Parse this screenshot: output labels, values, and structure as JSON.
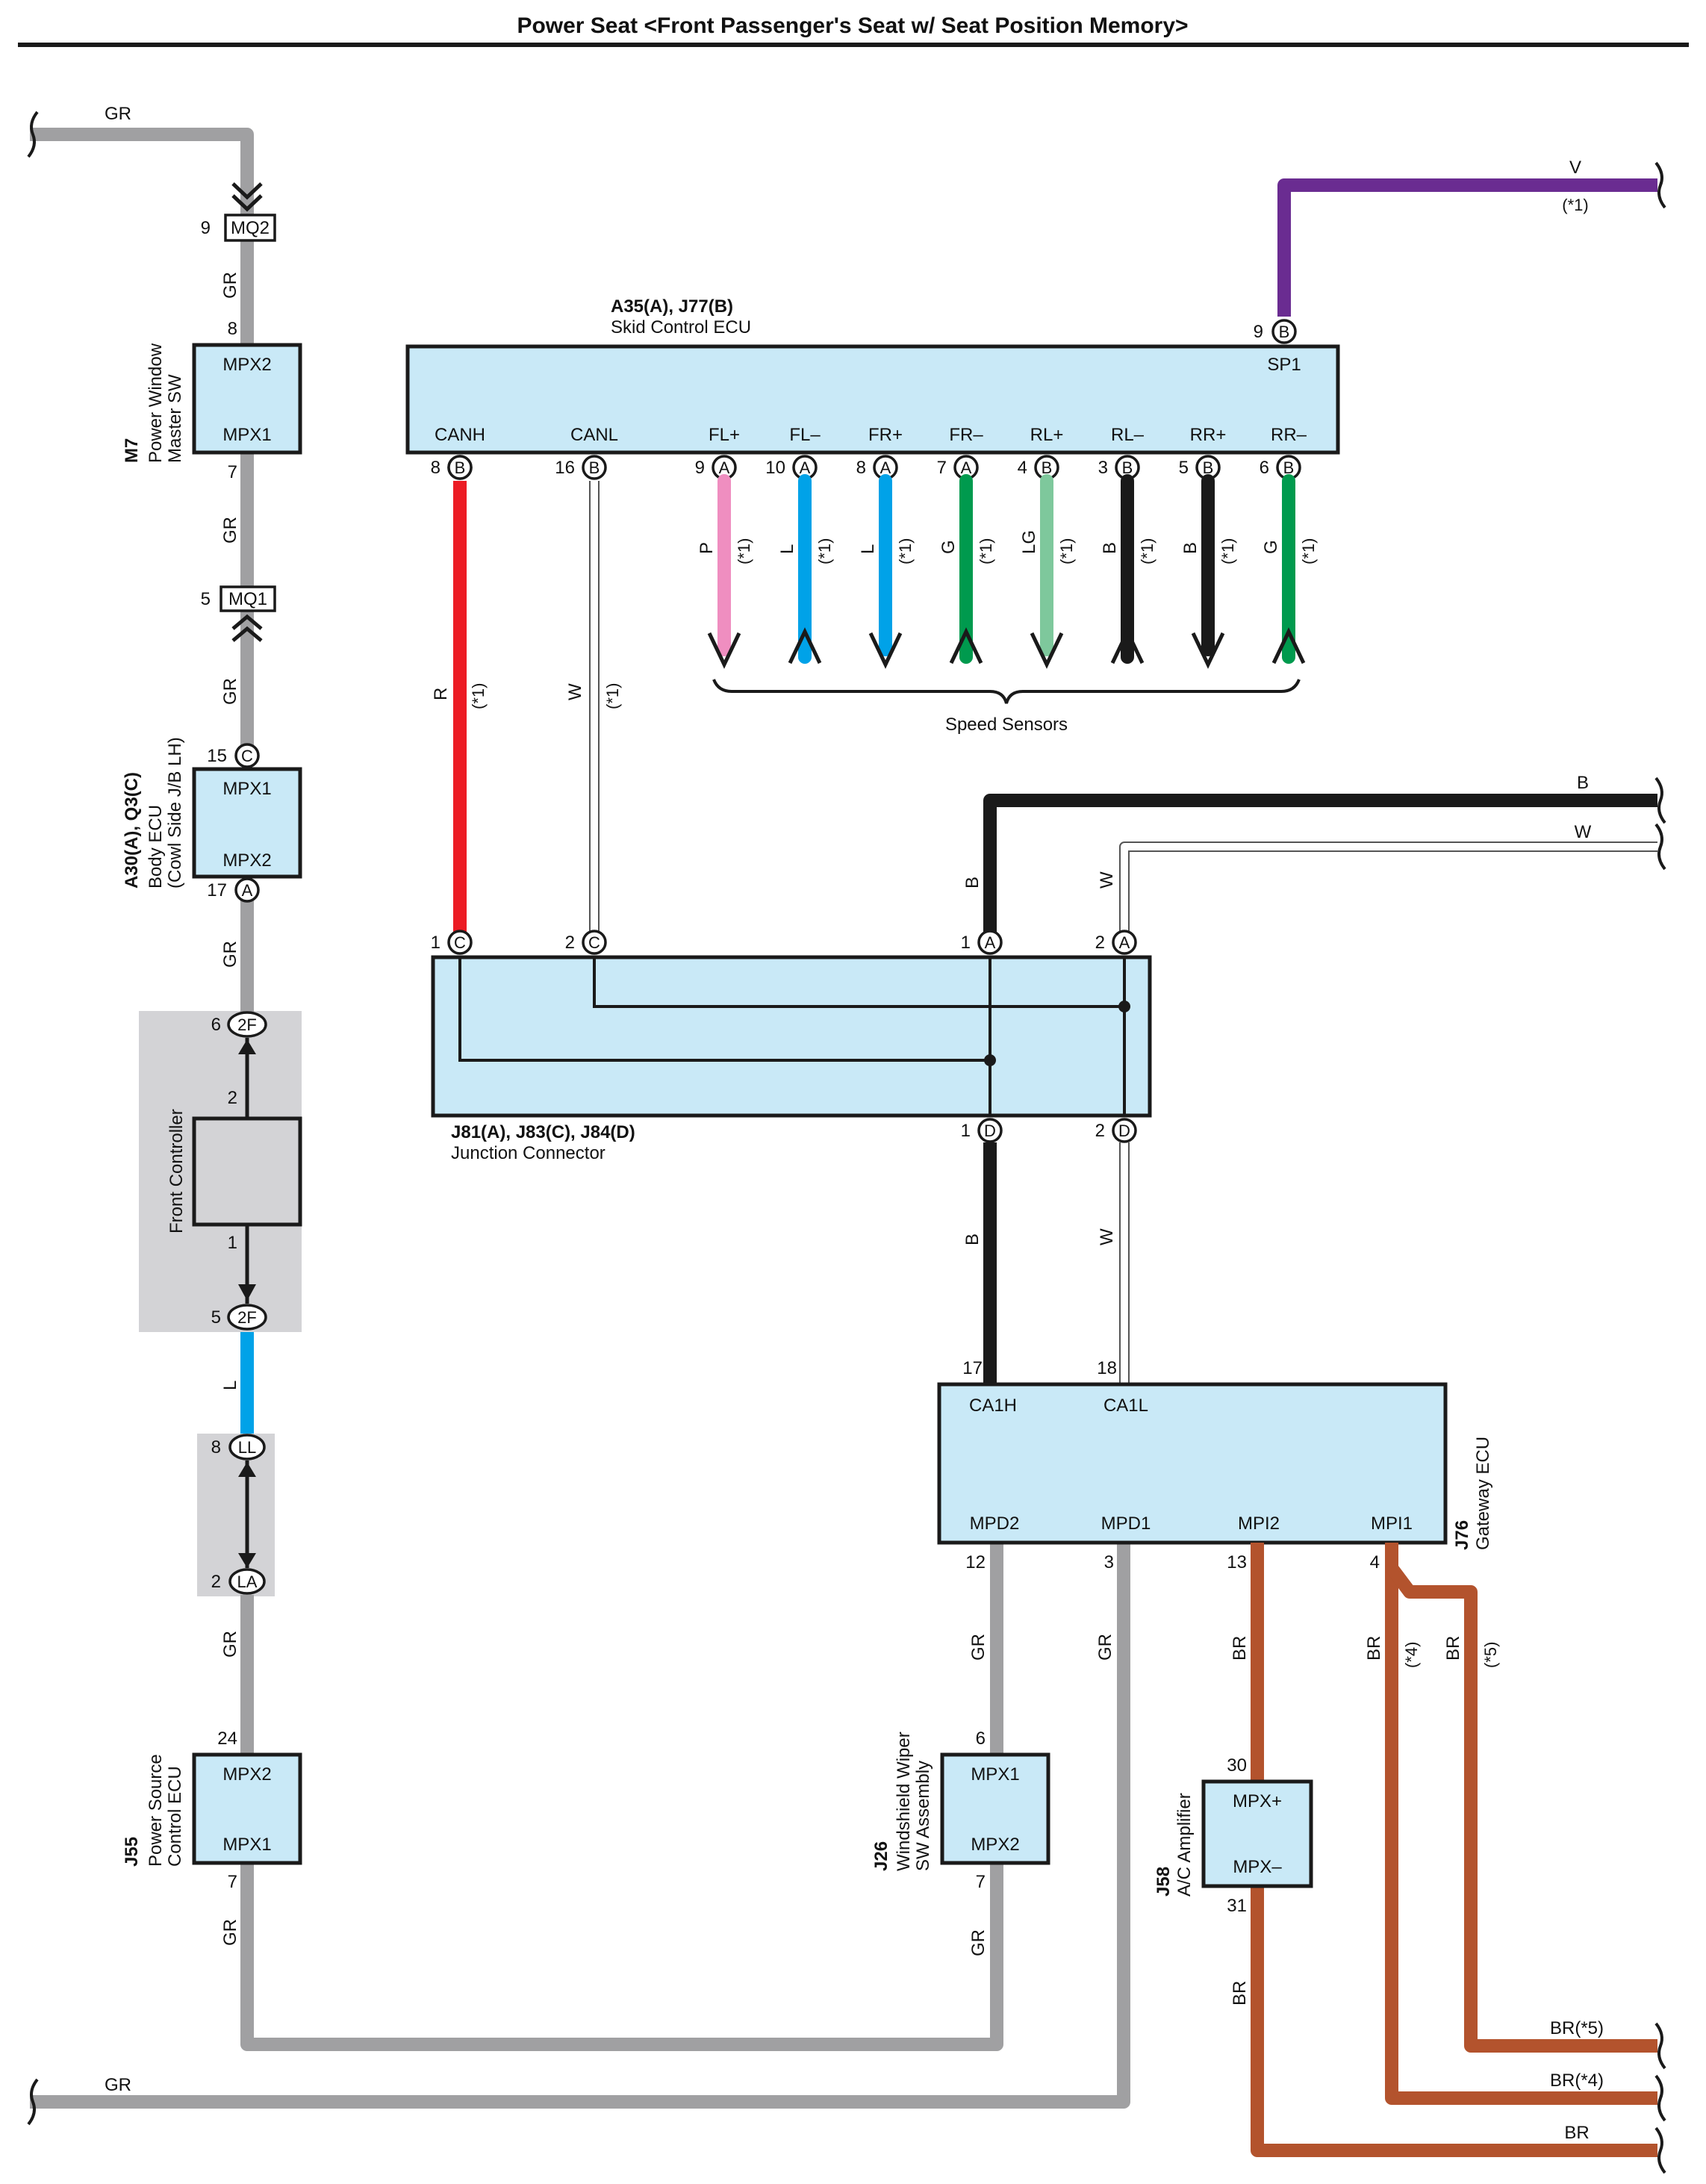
{
  "title": "Power Seat <Front Passenger's Seat w/ Seat Position Memory>",
  "colors": {
    "GR": "#a0a0a2",
    "V": "#6a2c91",
    "R": "#ec1c24",
    "W": "#ffffff",
    "P": "#ef8ec0",
    "L": "#00a2e8",
    "G": "#009a4e",
    "LG": "#7ec89c",
    "B": "#1a1a1a",
    "BR": "#b3532d",
    "ecu_fill": "#c9e9f7",
    "zone_fill": "#d3d3d6"
  },
  "left_chain": {
    "top_wire_color": "GR",
    "conn_mq2": {
      "name": "MQ2",
      "pin": "9"
    },
    "wire_after_mq2": "GR",
    "m7": {
      "code": "M7",
      "name_line1": "Power Window",
      "name_line2": "Master SW",
      "pin_top": "8",
      "pin_bottom": "7",
      "port_top": "MPX2",
      "port_bottom": "MPX1"
    },
    "wire_after_m7": "GR",
    "conn_mq1": {
      "name": "MQ1",
      "pin": "5"
    },
    "wire_after_mq1": "GR",
    "body_ecu": {
      "code": "A30(A), Q3(C)",
      "name_line1": "Body ECU",
      "name_line2": "(Cowl Side J/B LH)",
      "pin_top": "15",
      "pin_top_letter": "C",
      "pin_bottom": "17",
      "pin_bottom_letter": "A",
      "port_top": "MPX1",
      "port_bottom": "MPX2"
    },
    "wire_after_body": "GR",
    "front_controller": {
      "name": "Front Controller",
      "top_conn": "2F",
      "top_conn_pin": "6",
      "bottom_conn": "2F",
      "bottom_conn_pin": "5",
      "inner_top_pin": "2",
      "inner_bottom_pin": "1"
    },
    "wire_l": "L",
    "conn_ll": {
      "name": "LL",
      "pin": "8"
    },
    "conn_la": {
      "name": "LA",
      "pin": "2"
    },
    "wire_after_la": "GR",
    "j55": {
      "code": "J55",
      "name_line1": "Power Source",
      "name_line2": "Control ECU",
      "pin_top": "24",
      "pin_bottom": "7",
      "port_top": "MPX2",
      "port_bottom": "MPX1"
    },
    "wire_after_j55": "GR",
    "bottom_wire_color": "GR"
  },
  "skid_ecu": {
    "code": "A35(A), J77(B)",
    "name": "Skid Control ECU",
    "sp1": {
      "label": "SP1",
      "pin": "9",
      "letter": "B"
    },
    "top_wire": {
      "color": "V",
      "note": "(*1)"
    },
    "pins": [
      {
        "label": "CANH",
        "pin": "8",
        "letter": "B"
      },
      {
        "label": "CANL",
        "pin": "16",
        "letter": "B"
      },
      {
        "label": "FL+",
        "pin": "9",
        "letter": "A"
      },
      {
        "label": "FL–",
        "pin": "10",
        "letter": "A"
      },
      {
        "label": "FR+",
        "pin": "8",
        "letter": "A"
      },
      {
        "label": "FR–",
        "pin": "7",
        "letter": "A"
      },
      {
        "label": "RL+",
        "pin": "4",
        "letter": "B"
      },
      {
        "label": "RL–",
        "pin": "3",
        "letter": "B"
      },
      {
        "label": "RR+",
        "pin": "5",
        "letter": "B"
      },
      {
        "label": "RR–",
        "pin": "6",
        "letter": "B"
      }
    ],
    "canh_wire": {
      "color": "R",
      "note": "(*1)"
    },
    "canl_wire": {
      "color": "W",
      "note": "(*1)"
    },
    "sensor_wires": [
      {
        "color": "P",
        "note": "(*1)"
      },
      {
        "color": "L",
        "note": "(*1)"
      },
      {
        "color": "L",
        "note": "(*1)"
      },
      {
        "color": "G",
        "note": "(*1)"
      },
      {
        "color": "LG",
        "note": "(*1)"
      },
      {
        "color": "B",
        "note": "(*1)"
      },
      {
        "color": "B",
        "note": "(*1)"
      },
      {
        "color": "G",
        "note": "(*1)"
      }
    ],
    "speed_sensors_label": "Speed Sensors"
  },
  "junction": {
    "code": "J81(A), J83(C), J84(D)",
    "name": "Junction Connector",
    "top_pins": [
      {
        "pin": "1",
        "letter": "C"
      },
      {
        "pin": "2",
        "letter": "C"
      },
      {
        "pin": "1",
        "letter": "A"
      },
      {
        "pin": "2",
        "letter": "A"
      }
    ],
    "bottom_pins": [
      {
        "pin": "1",
        "letter": "D"
      },
      {
        "pin": "2",
        "letter": "D"
      }
    ],
    "right_wire_b": "B",
    "right_wire_w": "W",
    "out_b_label": "B",
    "out_w_label": "W",
    "down_b_label": "B",
    "down_w_label": "W"
  },
  "gateway": {
    "code": "J76",
    "name": "Gateway ECU",
    "top_ports": [
      {
        "label": "CA1H",
        "pin": "17"
      },
      {
        "label": "CA1L",
        "pin": "18"
      }
    ],
    "bottom_ports": [
      {
        "label": "MPD2",
        "pin": "12"
      },
      {
        "label": "MPD1",
        "pin": "3"
      },
      {
        "label": "MPI2",
        "pin": "13"
      },
      {
        "label": "MPI1",
        "pin": "4"
      }
    ],
    "mpd2_wire": "GR",
    "mpd1_wire": "GR",
    "mpi2_wire": "BR",
    "mpi1_wire": {
      "color": "BR",
      "note": "(*4)"
    },
    "mpi1_branch": {
      "color": "BR",
      "note": "(*5)"
    }
  },
  "j26": {
    "code": "J26",
    "name_line1": "Windshield Wiper",
    "name_line2": "SW Assembly",
    "pin_top": "6",
    "pin_bottom": "7",
    "port_top": "MPX1",
    "port_bottom": "MPX2",
    "wire_below": "GR"
  },
  "j58": {
    "code": "J58",
    "name": "A/C Amplifier",
    "pin_top": "30",
    "pin_bottom": "31",
    "port_top": "MPX+",
    "port_bottom": "MPX–",
    "wire_below": "BR"
  },
  "right_ends": [
    {
      "label": "BR(*5)"
    },
    {
      "label": "BR(*4)"
    },
    {
      "label": "BR"
    }
  ]
}
